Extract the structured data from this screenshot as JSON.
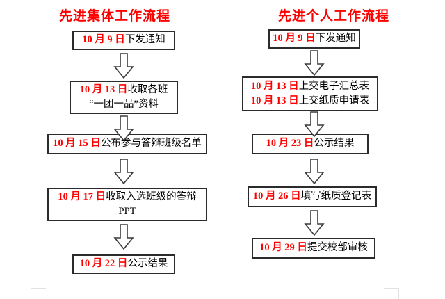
{
  "diagram": {
    "type": "flowchart",
    "orientation": "two-parallel-vertical-lanes",
    "accent_color": "#ff0000",
    "text_color": "#000000",
    "box_border_color": "#2b2b2b",
    "background": "#ffffff",
    "arrow_glyph": "hollow-block-down-arrow"
  },
  "columns": [
    {
      "id": "collective",
      "title": "先进集体工作流程",
      "nodes": [
        {
          "lines": [
            {
              "date": "10 月 9 日",
              "text": "下发通知"
            }
          ]
        },
        {
          "lines": [
            {
              "date": "10 月 13 日",
              "text": "收取各班"
            },
            {
              "date": "",
              "text": "“一团一品”资料"
            }
          ]
        },
        {
          "lines": [
            {
              "date": "10 月 15 日",
              "text": "公布参与答辩班级名单"
            }
          ]
        },
        {
          "lines": [
            {
              "date": "10 月 17 日",
              "text": "收取入选班级的答辩"
            },
            {
              "date": "",
              "text": "PPT"
            }
          ]
        },
        {
          "lines": [
            {
              "date": "10 月 22 日",
              "text": "公示结果"
            }
          ]
        }
      ]
    },
    {
      "id": "individual",
      "title": "先进个人工作流程",
      "nodes": [
        {
          "lines": [
            {
              "date": "10 月 9 日",
              "text": "下发通知"
            }
          ]
        },
        {
          "lines": [
            {
              "date": "10 月 13 日",
              "text": "上交电子汇总表"
            },
            {
              "date": "10 月 13 日",
              "text": "上交纸质申请表"
            }
          ]
        },
        {
          "lines": [
            {
              "date": "10 月 23 日",
              "text": "公示结果"
            }
          ]
        },
        {
          "lines": [
            {
              "date": "10 月 26 日",
              "text": "填写纸质登记表"
            }
          ]
        },
        {
          "lines": [
            {
              "date": "10 月 29 日",
              "text": "提交校部审核"
            }
          ]
        }
      ]
    }
  ]
}
